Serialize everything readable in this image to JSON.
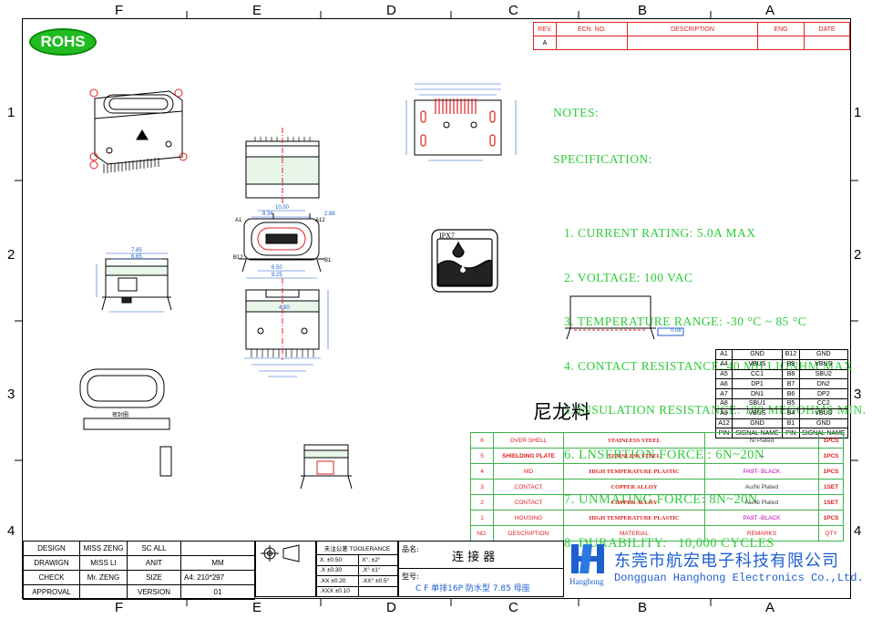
{
  "zones": {
    "columns": [
      "F",
      "E",
      "D",
      "C",
      "B",
      "A"
    ],
    "rows": [
      "1",
      "2",
      "3",
      "4"
    ]
  },
  "rohs_label": "ROHS",
  "notes": {
    "heading": "NOTES:",
    "spec_heading": "SPECIFICATION:",
    "items": [
      "1. CURRENT RATING: 5.0A MAX",
      "2. VOLTAGE: 100 VAC",
      "3. TEMPERATURE RANGE: -30 °C ~ 85 °C",
      "4. CONTACT RESISTANCE: 40 MILLIONHM MAX",
      "5. INSULATION RESISTANCE: 100 MEGOHMS MIN.",
      "6. LNSERTION FORCE : 6N~20N",
      "7. UNMATING FORCE: 8N~20N",
      "8. DURABILITY:   10,000 CYCLES"
    ]
  },
  "revision_table": {
    "headers": [
      "REV.",
      "ECN. NO.",
      "DESCRIPTION",
      "ENG",
      "DATE"
    ],
    "row": [
      "A",
      "",
      "",
      "",
      ""
    ]
  },
  "ipx_label": "IPX7",
  "nylon_label": "尼龙料",
  "seal_label": "密封圈",
  "dim_labels": {
    "top_a": "8.34",
    "top_b": "10.00",
    "top_c": "2.88",
    "mid_a": "6.50",
    "mid_b": "9.25",
    "left_a": "7.85",
    "left_b": "6.65",
    "front_a": "4.60",
    "pin_a1": "A1",
    "pin_a12": "A12",
    "pin_b12": "B12",
    "pin_b1": "B1",
    "side_tol": "0.08"
  },
  "pin_table": {
    "headers": [
      "PIN",
      "SIGNAL NAME",
      "PIN",
      "SIGNAL NAME"
    ],
    "rows": [
      [
        "A1",
        "GND",
        "B12",
        "GND"
      ],
      [
        "A4",
        "VBUS",
        "B9",
        "VBUS"
      ],
      [
        "A5",
        "CC1",
        "B8",
        "SBU2"
      ],
      [
        "A6",
        "DP1",
        "B7",
        "DN2"
      ],
      [
        "A7",
        "DN1",
        "B6",
        "DP2"
      ],
      [
        "A8",
        "SBU1",
        "B5",
        "CC2"
      ],
      [
        "A9",
        "VBUS",
        "B4",
        "VBUS"
      ],
      [
        "A12",
        "GND",
        "B1",
        "GND"
      ]
    ]
  },
  "bom": {
    "headers": [
      "NO.",
      "DESCRIPTION",
      "MATERIAL",
      "REMARKS",
      "QTY"
    ],
    "rows": [
      [
        "6",
        "OVER SHELL",
        "STAINLESS STEEL",
        "Ni Plated",
        "1PCS"
      ],
      [
        "5",
        "SHIELDING PLATE",
        "STAINLESS STEEL",
        "---",
        "1PCS"
      ],
      [
        "4",
        "MD",
        "HIGH TEMPERATURE PLASTIC",
        "PA9T- BLACK",
        "1PCS"
      ],
      [
        "3",
        "CONTACT",
        "COPPER ALLOY",
        "Au/Ni Plated",
        "1SET"
      ],
      [
        "2",
        "CONTACT",
        "COPPER ALLOY",
        "Au/Ni Plated",
        "1SET"
      ],
      [
        "1",
        "HOUSING",
        "HIGH TEMPERATURE PLASTIC",
        "PA9T -BLACK",
        "1PCS"
      ]
    ]
  },
  "title_block": {
    "rows": [
      [
        "DESIGN",
        "MISS ZENG",
        "SC ALL",
        ""
      ],
      [
        "DRAWIGN",
        "MISS LI",
        "ANIT",
        "MM"
      ],
      [
        "CHECK",
        "Mr. ZENG",
        "SIZE",
        "A4: 210*297"
      ],
      [
        "APPROVAL",
        "",
        "VERSION",
        "01"
      ]
    ]
  },
  "tolerance": {
    "header": "未注公差 TOOLERANCE",
    "rows": [
      [
        "X. ±0.50",
        "X°. ±2°"
      ],
      [
        ".X ±0.30",
        ".X° ±1°"
      ],
      [
        ".XX ±0.20",
        ".XX° ±0.5°"
      ],
      [
        ".XXX ±0.10",
        ""
      ]
    ]
  },
  "product": {
    "name_label": "品名:",
    "name": "连 接 器",
    "model_label": "型号:",
    "model": "C F 单排16P 防水型  7.85 母座"
  },
  "company": {
    "cn": "东莞市航宏电子科技有限公司",
    "en": "Dongguan Hanghong Electronics Co.,Ltd.",
    "logo_text": "Hanghong"
  },
  "colors": {
    "green": "#2ecc3a",
    "red": "#e02020",
    "blue": "#1e5fd0",
    "magenta": "#c000c0"
  }
}
